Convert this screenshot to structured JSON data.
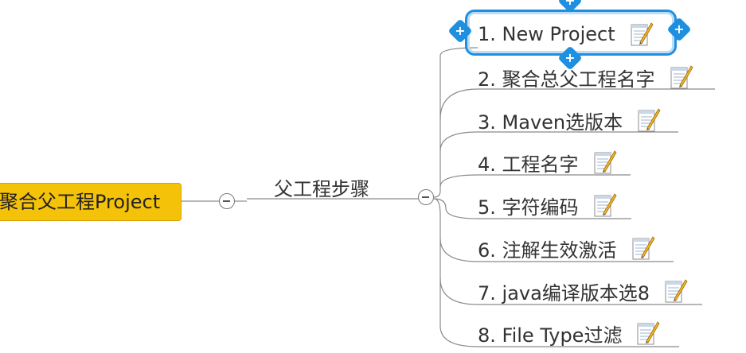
{
  "mindmap": {
    "root": {
      "label": "聚合父工程Project"
    },
    "branch": {
      "label": "父工程步骤"
    },
    "steps": [
      {
        "label": "1. New Project"
      },
      {
        "label": "2. 聚合总父工程名字"
      },
      {
        "label": "3. Maven选版本"
      },
      {
        "label": "4. 工程名字"
      },
      {
        "label": "5. 字符编码"
      },
      {
        "label": "6. 注解生效激活"
      },
      {
        "label": "7. java编译版本选8"
      },
      {
        "label": "8. File Type过滤"
      }
    ],
    "selected_step": "1. New Project",
    "note_icon": "notepad-pencil-icon",
    "colors": {
      "root_fill": "#f5c20a",
      "selection": "#1f8fe0",
      "line": "#8a8a8a"
    }
  },
  "selection_handles": {
    "symbol": "+"
  }
}
